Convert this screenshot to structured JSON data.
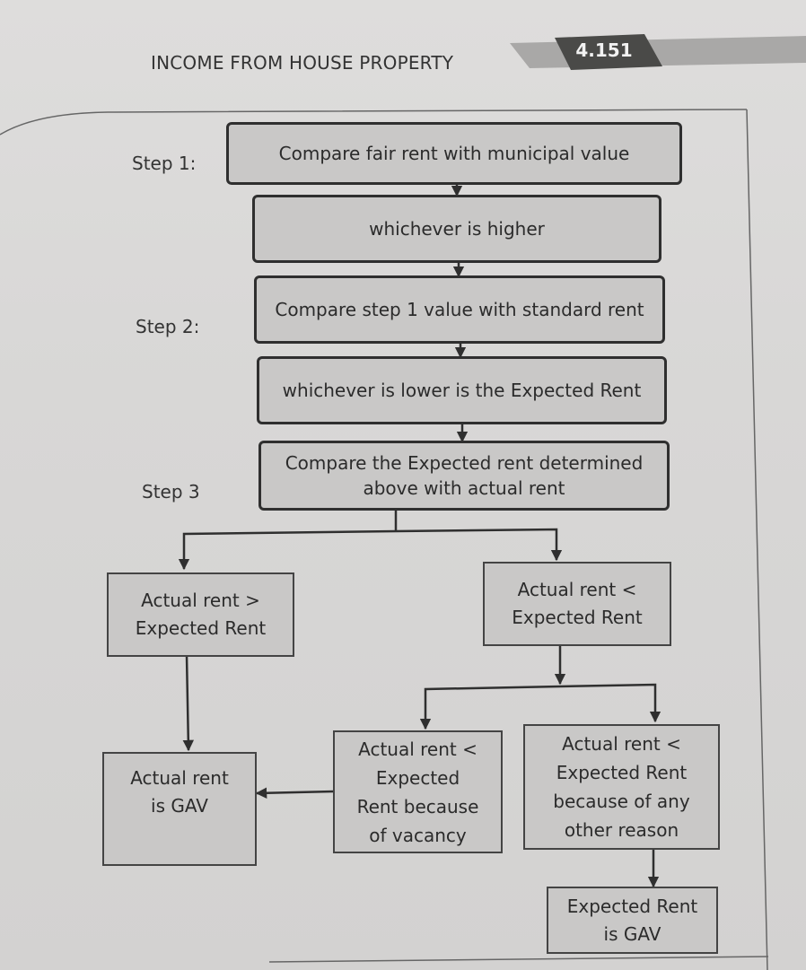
{
  "header": {
    "chapter_title": "INCOME FROM HOUSE PROPERTY",
    "page_number": "4.151"
  },
  "steps": {
    "step1": "Step 1:",
    "step2": "Step 2:",
    "step3": "Step 3"
  },
  "boxes": {
    "compare_fair_municipal": "Compare fair rent with municipal value",
    "whichever_higher": "whichever is higher",
    "compare_standard": "Compare step 1 value with standard rent",
    "whichever_lower": "whichever is lower is the Expected Rent",
    "compare_actual": {
      "line1": "Compare the Expected rent determined",
      "line2": "above with actual rent"
    },
    "actual_gt_expected": {
      "line1": "Actual rent >",
      "line2": "Expected Rent"
    },
    "actual_lt_expected": {
      "line1": "Actual rent <",
      "line2": "Expected Rent"
    },
    "actual_is_gav": {
      "line1": "Actual rent",
      "line2": "is GAV"
    },
    "vacancy": {
      "line1": "Actual rent <",
      "line2": "Expected",
      "line3": "Rent because",
      "line4": "of vacancy"
    },
    "other_reason": {
      "line1": "Actual rent <",
      "line2": "Expected Rent",
      "line3": "because of any",
      "line4": "other reason"
    },
    "expected_is_gav": {
      "line1": "Expected Rent",
      "line2": "is GAV"
    }
  },
  "colors": {
    "page_band_light": "#a9a8a7",
    "page_band_dark": "#4a4a48",
    "box_fill": "#c9c8c7",
    "line": "#2f2f2f"
  }
}
